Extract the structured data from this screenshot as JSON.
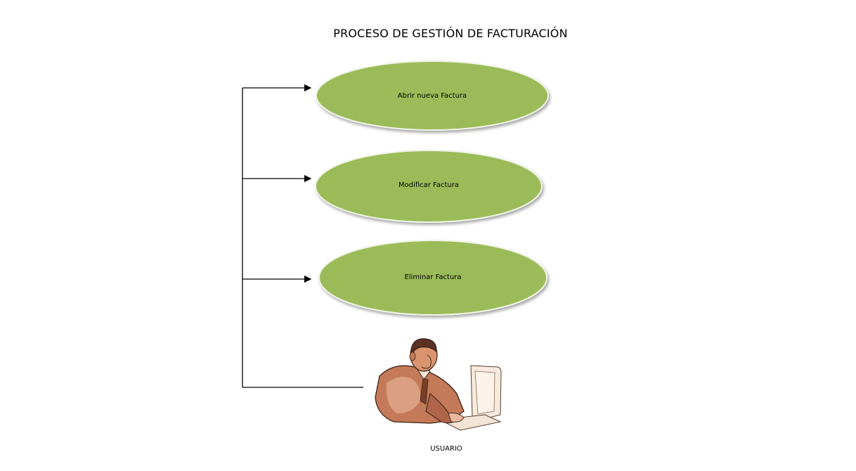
{
  "diagram": {
    "title": "PROCESO DE GESTIÓN DE FACTURACIÓN",
    "use_cases": [
      {
        "label": "Abrir nueva Factura"
      },
      {
        "label": "Modificar Factura"
      },
      {
        "label": "Eliminar Factura"
      }
    ],
    "actor": {
      "label": "USUARIO",
      "icon": "person-at-computer-icon"
    },
    "colors": {
      "use_case_fill": "#9bbb59",
      "connector": "#000000",
      "skin": "#b0654a"
    }
  }
}
